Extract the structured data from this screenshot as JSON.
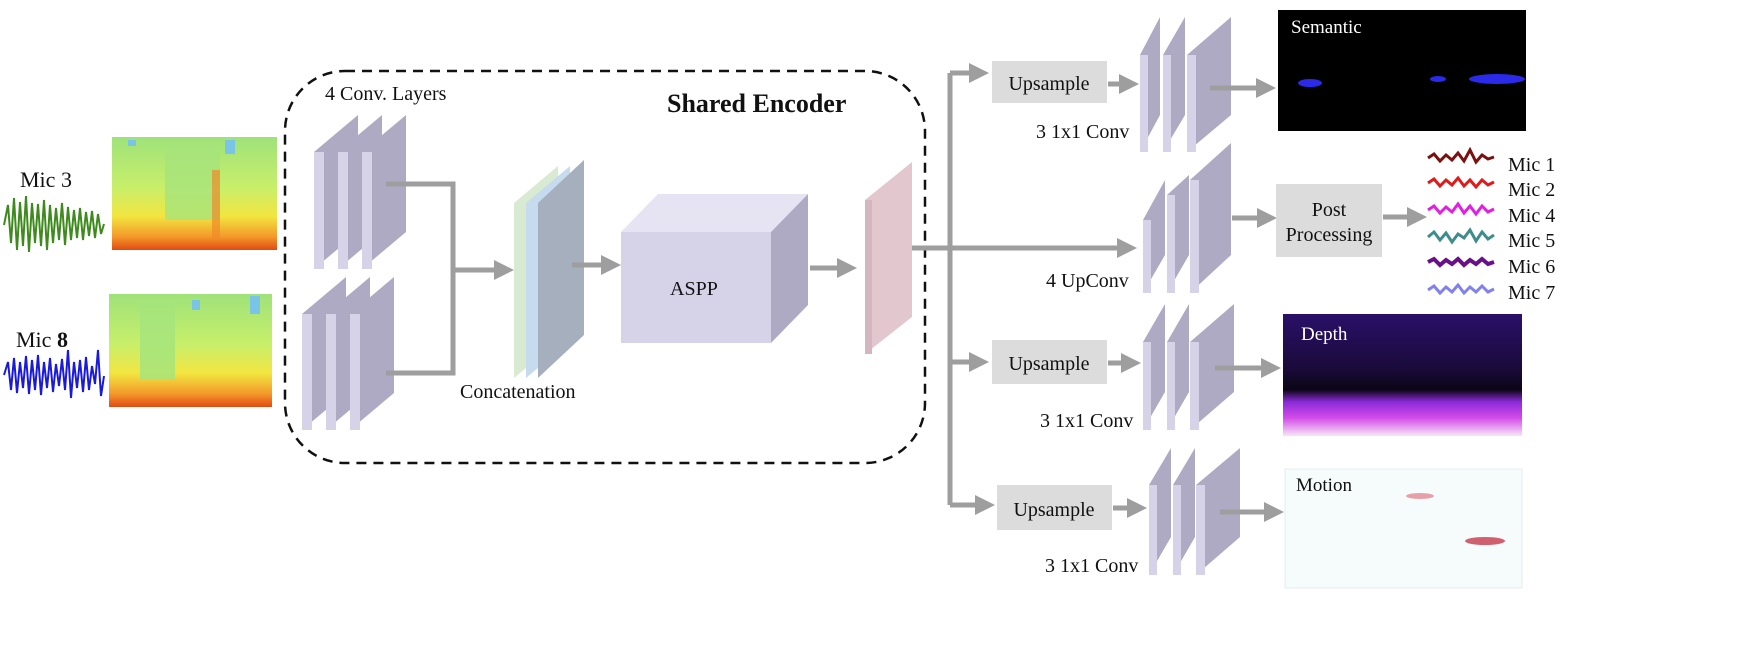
{
  "encoder": {
    "title": "Shared Encoder",
    "conv_label": "4 Conv. Layers",
    "concat_label": "Concatenation",
    "aspp_label": "ASPP"
  },
  "inputs": [
    {
      "label_prefix": "Mic ",
      "label_num": "3",
      "num_bold": false,
      "wave_color": "#3f8a1e"
    },
    {
      "label_prefix": "Mic ",
      "label_num": "8",
      "num_bold": true,
      "wave_color": "#1a1adb"
    }
  ],
  "heads": [
    {
      "block_label": "Upsample",
      "conv_label": "3 1x1 Conv",
      "output_label": "Semantic"
    },
    {
      "conv_label": "4 UpConv",
      "post_label_line1": "Post",
      "post_label_line2": "Processing"
    },
    {
      "block_label": "Upsample",
      "conv_label": "3 1x1 Conv",
      "output_label": "Depth"
    },
    {
      "block_label": "Upsample",
      "conv_label": "3 1x1 Conv",
      "output_label": "Motion"
    }
  ],
  "mic_outputs": [
    {
      "label": "Mic 1",
      "color": "#7a1010"
    },
    {
      "label": "Mic 2",
      "color": "#e01a1a"
    },
    {
      "label": "Mic 4",
      "color": "#e020e0"
    },
    {
      "label": "Mic 5",
      "color": "#3f8c8c"
    },
    {
      "label": "Mic 6",
      "color": "#6a0f8a"
    },
    {
      "label": "Mic 7",
      "color": "#8080f0"
    }
  ],
  "colors": {
    "layer_front": "#d6d3e8",
    "layer_side": "#aeaac3",
    "layer_top": "#e6e3f2",
    "arrow": "#9e9e9e",
    "box": "#dcdcdc",
    "concat_green": "#d9ead2",
    "concat_blue": "#c6dcee",
    "concat_gray": "#a6afbe",
    "feature_pink": "#e3c7cf"
  }
}
